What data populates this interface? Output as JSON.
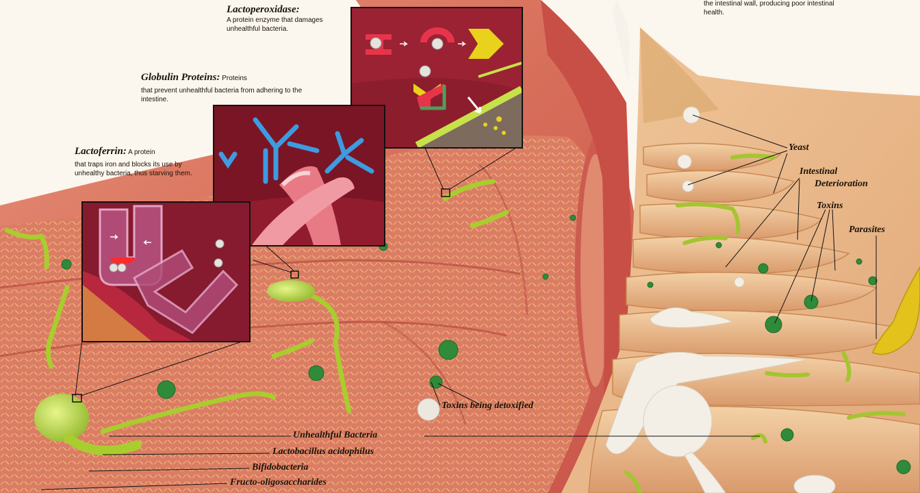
{
  "top_right_text": "the intestinal wall, producing poor intestinal health.",
  "callouts": {
    "lactoperoxidase": {
      "title": "Lactoperoxidase:",
      "body": "A protein enzyme that damages unhealthful bacteria."
    },
    "globulin": {
      "title": "Globulin Proteins:",
      "body_inline": "Proteins",
      "body": "that prevent unhealthful bacteria from adhering to the intestine."
    },
    "lactoferrin": {
      "title": "Lactoferrin:",
      "body_inline": "A protein",
      "body": "that traps iron and blocks its use by unhealthy bacteria, thus starving them."
    }
  },
  "right_labels": {
    "yeast": "Yeast",
    "intestinal": "Intestinal",
    "deterioration": "Deterioration",
    "toxins": "Toxins",
    "parasites": "Parasites"
  },
  "bottom_labels": {
    "toxins_detox": "Toxins being detoxified",
    "unhealthful_bacteria": "Unhealthful Bacteria",
    "lactobacillus": "Lactobacillus acidophilus",
    "bifidobacteria": "Bifidobacteria",
    "fos": "Fructo-oligosaccharides"
  },
  "colors": {
    "healthy_tissue": "#d9735f",
    "unhealthy_tissue": "#e9b98a",
    "inset_background": "#8c1d2c",
    "bacteria": "#a8cc3a",
    "toxin": "#2f8a3a"
  }
}
